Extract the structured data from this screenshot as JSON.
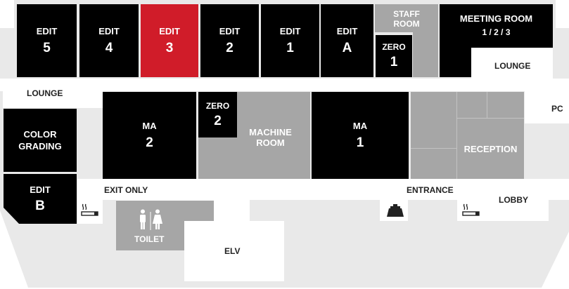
{
  "rooms": {
    "edit5": {
      "line1": "EDIT",
      "line2": "5"
    },
    "edit4": {
      "line1": "EDIT",
      "line2": "4"
    },
    "edit3": {
      "line1": "EDIT",
      "line2": "3"
    },
    "edit2": {
      "line1": "EDIT",
      "line2": "2"
    },
    "edit1": {
      "line1": "EDIT",
      "line2": "1"
    },
    "editA": {
      "line1": "EDIT",
      "line2": "A"
    },
    "staffRoom": {
      "line1": "STAFF",
      "line2": "ROOM"
    },
    "zero1": {
      "line1": "ZERO",
      "line2": "1"
    },
    "meetingRoom": {
      "line1": "MEETING ROOM",
      "line2": "1 / 2 / 3"
    },
    "ma2": {
      "line1": "MA",
      "line2": "2"
    },
    "zero2": {
      "line1": "ZERO",
      "line2": "2"
    },
    "machineRoom": {
      "line1": "MACHINE",
      "line2": "ROOM"
    },
    "ma1": {
      "line1": "MA",
      "line2": "1"
    },
    "reception": {
      "line1": "RECEPTION"
    },
    "colorGrading": {
      "line1": "COLOR",
      "line2": "GRADING"
    },
    "editB": {
      "line1": "EDIT",
      "line2": "B"
    },
    "toilet": {
      "line1": "TOILET"
    }
  },
  "labels": {
    "loungeTop": "LOUNGE",
    "loungeLeft": "LOUNGE",
    "pc": "PC",
    "exitOnly": "EXIT ONLY",
    "entrance": "ENTRANCE",
    "lobby": "LOBBY",
    "elv": "ELV"
  },
  "colors": {
    "room": "#000000",
    "selected": "#d01c29",
    "service": "#a6a6a6",
    "floor": "#e9e9e9"
  },
  "selected_room": "EDIT 3",
  "icons": [
    "smoking-icon",
    "toilet-people-icon",
    "coffee-pot-icon"
  ]
}
